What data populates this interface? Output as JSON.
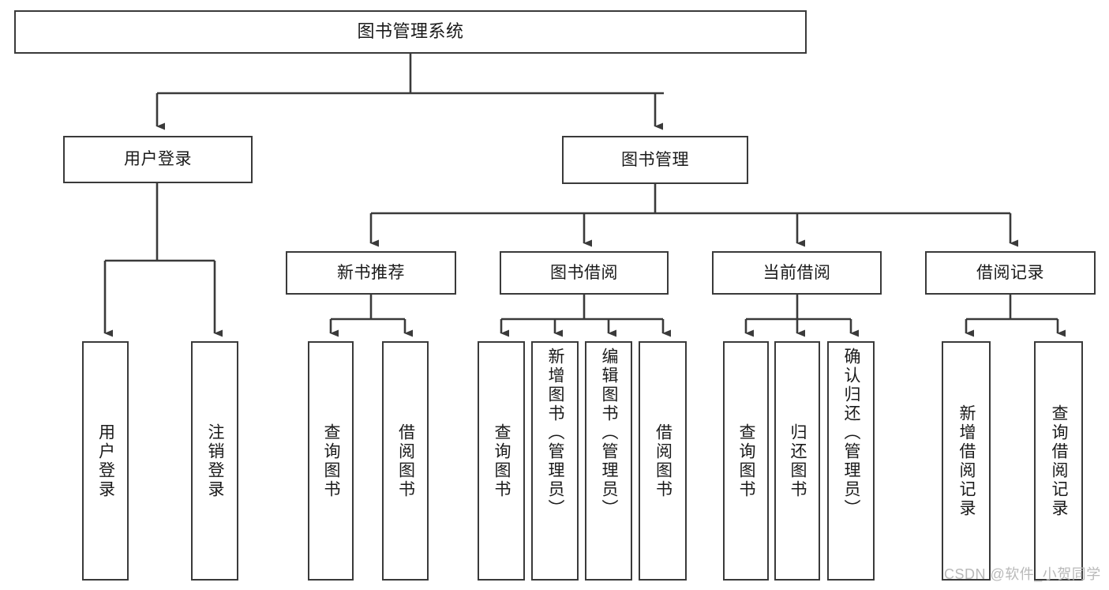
{
  "diagram": {
    "title": "图书管理系统",
    "type": "functional-structure-tree",
    "watermark": "CSDN @软件_小贺同学",
    "colors": {
      "stroke": "#3a3a3a",
      "background": "#ffffff",
      "text": "#1a1a1a",
      "watermark": "#b9b9b9"
    },
    "levels": {
      "root": {
        "label": "图书管理系统"
      },
      "level2": [
        {
          "label": "用户登录"
        },
        {
          "label": "图书管理"
        }
      ],
      "level3": [
        {
          "label": "新书推荐"
        },
        {
          "label": "图书借阅"
        },
        {
          "label": "当前借阅"
        },
        {
          "label": "借阅记录"
        }
      ],
      "leaves": {
        "user_login": [
          {
            "label": "用户登录"
          },
          {
            "label": "注销登录"
          }
        ],
        "new_book_recommend": [
          {
            "label": "查询图书"
          },
          {
            "label": "借阅图书"
          }
        ],
        "book_borrow": [
          {
            "label": "查询图书"
          },
          {
            "label": "新增图书（管理员）"
          },
          {
            "label": "编辑图书（管理员）"
          },
          {
            "label": "借阅图书"
          }
        ],
        "current_borrow": [
          {
            "label": "查询图书"
          },
          {
            "label": "归还图书"
          },
          {
            "label": "确认归还（管理员）"
          }
        ],
        "borrow_record": [
          {
            "label": "新增借阅记录"
          },
          {
            "label": "查询借阅记录"
          }
        ]
      }
    }
  }
}
